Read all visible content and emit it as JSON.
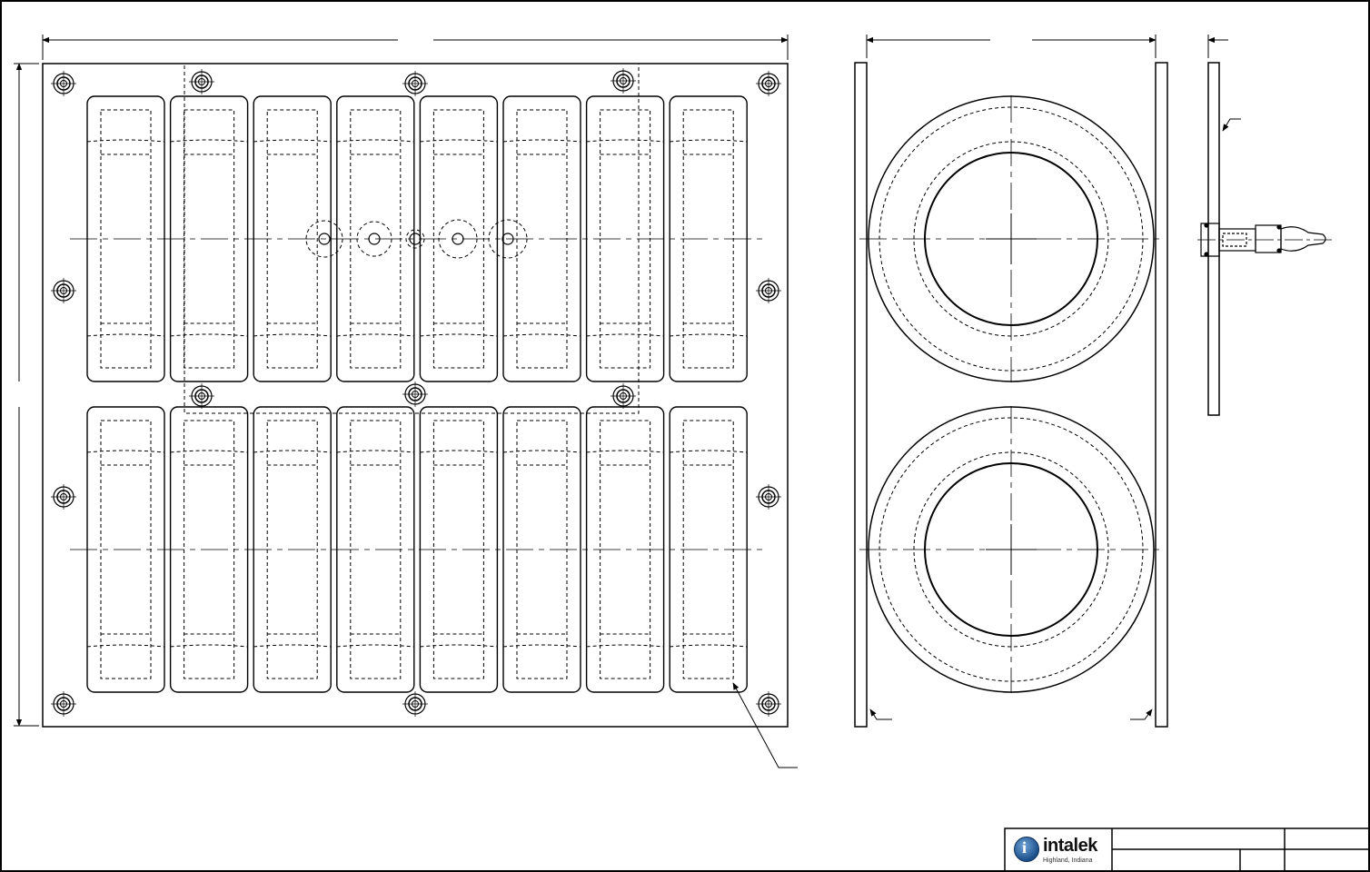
{
  "title_block": {
    "company_name": "intalek",
    "company_location": "Highland, Indiana"
  },
  "views": [
    {
      "name": "front-view",
      "rows": 2,
      "pockets_per_row": 8
    },
    {
      "name": "section-view",
      "circles": 2
    },
    {
      "name": "side-view",
      "fitting": "valve"
    }
  ]
}
